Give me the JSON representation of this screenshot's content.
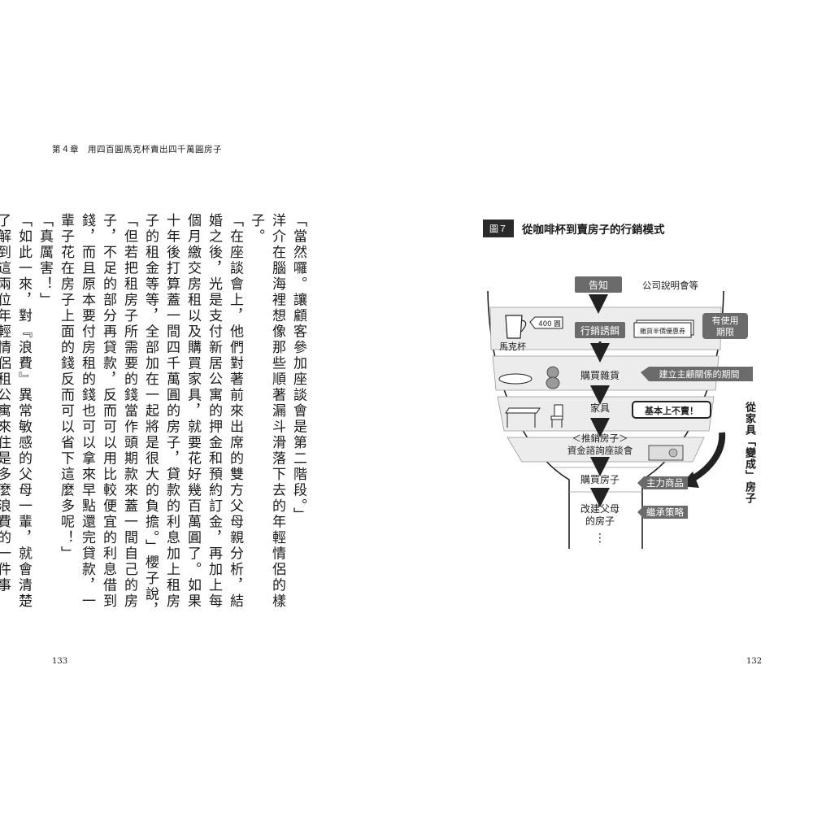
{
  "running_head": "第４章　用四百圓馬克杯賣出四千萬圓房子",
  "page_left": "133",
  "page_right": "132",
  "body": [
    "「當然囉。讓顧客參加座談會是第二階段。」",
    "洋介在腦海裡想像那些順著漏斗滑落下去的年輕情侶的樣子。",
    "「在座談會上，他們對著前來出席的雙方父母親分析，結婚之後，光是支付新居公寓的押金和預約訂金，再加上每個月繳交房租以及購買家具，就要花好幾百萬圓了。如果十年後打算蓋一間四千萬圓的房子，貸款的利息加上租房子的租金等等，全部加在一起將是很大的負擔。」櫻子說，「但若把租房子所需要的錢當作頭期款來蓋一間自己的房子，不足的部分再貸款，反而可以用比較便宜的利息借到錢，而且原本要付房租的錢也可以拿來早點還完貸款，一輩子花在房子上面的錢反而可以省下這麼多呢！」",
    "「真厲害！」",
    "「如此一來，對『浪費』異常敏感的父母一輩，就會清楚了解到這兩位年輕情侶租公寓來住是多麼浪費的一件事了。」"
  ],
  "figure": {
    "label": "圖７",
    "title": "從咖啡杯到賣房子的行銷模式",
    "steps": {
      "notify": "告知",
      "notify_note": "公司說明會等",
      "mug": "馬克杯",
      "price_tag": "400 圓",
      "lure": "行銷誘餌",
      "coupon": "雜貨半價優惠券",
      "coupon_note": "有使用期限",
      "buy_goods": "購買雜貨",
      "relationship": "建立主顧關係的期間",
      "furniture": "家具",
      "not_for_sale": "基本上不賣！",
      "promote_1": "＜推銷房子＞",
      "promote_2": "資金諮詢座談會",
      "buy_house": "購買房子",
      "main_product": "主力商品",
      "rebuild_1": "改建父母",
      "rebuild_2": "的房子",
      "inherit": "繼承策略",
      "more": "⋮",
      "vertical_note": "從家具「變成」房子"
    }
  }
}
